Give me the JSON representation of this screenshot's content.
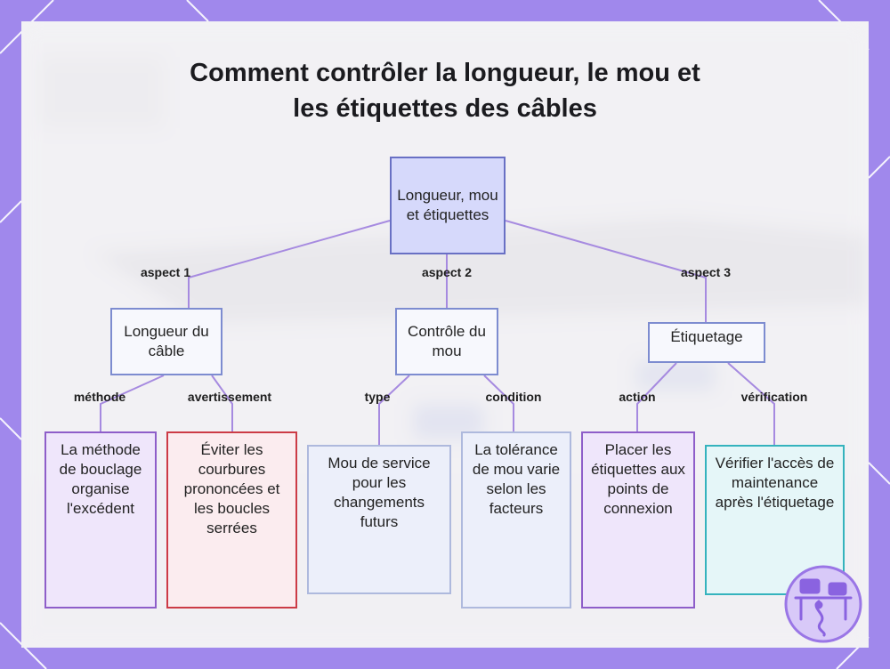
{
  "title": "Comment contrôler la longueur, le mou et les étiquettes des câbles",
  "root": {
    "label": "Longueur, mou et étiquettes"
  },
  "aspects": [
    {
      "edge_label": "aspect 1",
      "label": "Longueur du câble"
    },
    {
      "edge_label": "aspect 2",
      "label": "Contrôle du mou"
    },
    {
      "edge_label": "aspect 3",
      "label": "Étiquetage"
    }
  ],
  "leaves": [
    {
      "edge_label": "méthode",
      "label": "La méthode de bouclage organise l'excédent",
      "color": "#8e5ec9"
    },
    {
      "edge_label": "avertissement",
      "label": "Éviter les courbures prononcées et les boucles serrées",
      "color": "#cc3b46"
    },
    {
      "edge_label": "type",
      "label": "Mou de service pour les changements futurs",
      "color": "#aeb9dd"
    },
    {
      "edge_label": "condition",
      "label": "La tolérance de mou varie selon les facteurs",
      "color": "#aeb9dd"
    },
    {
      "edge_label": "action",
      "label": "Placer les étiquettes aux points de connexion",
      "color": "#8e5ec9"
    },
    {
      "edge_label": "vérification",
      "label": "Vérifier l'accès de maintenance après l'étiquetage",
      "color": "#35b3bd"
    }
  ],
  "colors": {
    "frame": "#a088ec",
    "root_fill": "#d6d9fb",
    "root_border": "#6970c4",
    "aspect_border": "#7d8cd0",
    "edge": "#a68ae0"
  },
  "badge_icon": "desk-setup-icon"
}
